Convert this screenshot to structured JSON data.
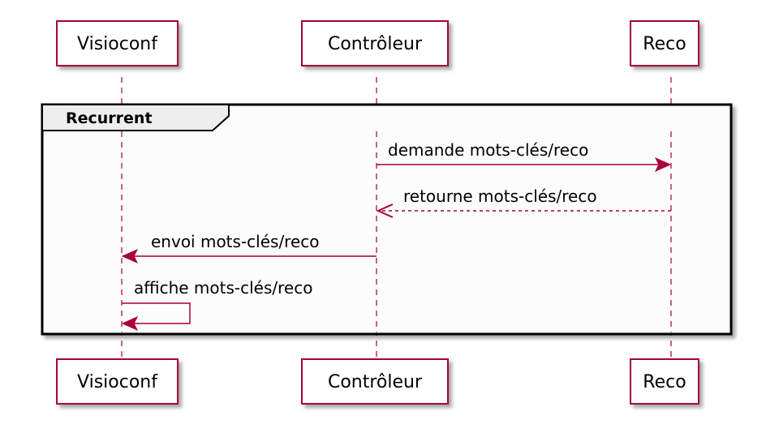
{
  "participants": [
    {
      "id": "visioconf",
      "label": "Visioconf"
    },
    {
      "id": "controleur",
      "label": "Contrôleur"
    },
    {
      "id": "reco",
      "label": "Reco"
    }
  ],
  "fragment": {
    "label": "Recurrent"
  },
  "messages": [
    {
      "from": "controleur",
      "to": "reco",
      "label": "demande mots-clés/reco",
      "style": "solid"
    },
    {
      "from": "reco",
      "to": "controleur",
      "label": "retourne mots-clés/reco",
      "style": "dashed"
    },
    {
      "from": "controleur",
      "to": "visioconf",
      "label": "envoi mots-clés/reco",
      "style": "solid"
    },
    {
      "from": "visioconf",
      "to": "visioconf",
      "label": "affiche mots-clés/reco",
      "style": "solid"
    }
  ],
  "colors": {
    "border": "#a80036",
    "frame": "#000000",
    "frame_tab": "#eeeeee"
  }
}
